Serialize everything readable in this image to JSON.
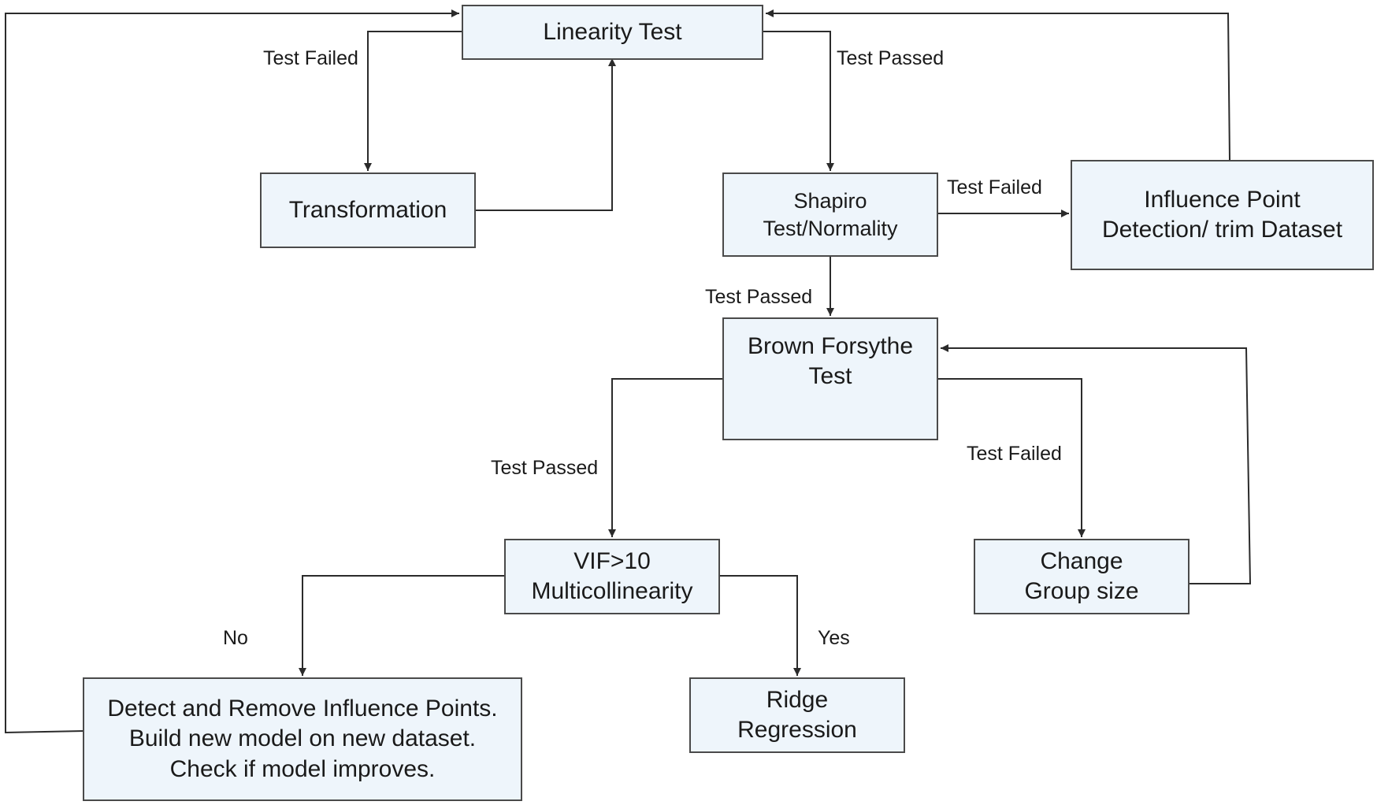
{
  "nodes": {
    "linearity": "Linearity Test",
    "transformation": "Transformation",
    "shapiro": "Shapiro Test/Normality",
    "influence_point": "Influence Point Detection/ trim Dataset",
    "brown_forsythe": "Brown Forsythe Test",
    "vif": "VIF>10 Multicollinearity",
    "change_group": "Change Group size",
    "detect_remove": "Detect and Remove Influence Points. Build new model on new dataset. Check if model improves.",
    "ridge": "Ridge Regression"
  },
  "edge_labels": {
    "linearity_failed": "Test Failed",
    "linearity_passed": "Test Passed",
    "shapiro_failed": "Test Failed",
    "shapiro_passed": "Test Passed",
    "brown_passed": "Test Passed",
    "brown_failed": "Test Failed",
    "vif_no": "No",
    "vif_yes": "Yes"
  },
  "colors": {
    "node_fill": "#eef5fb",
    "node_border": "#4a4a4a",
    "line": "#2b2b2b"
  }
}
